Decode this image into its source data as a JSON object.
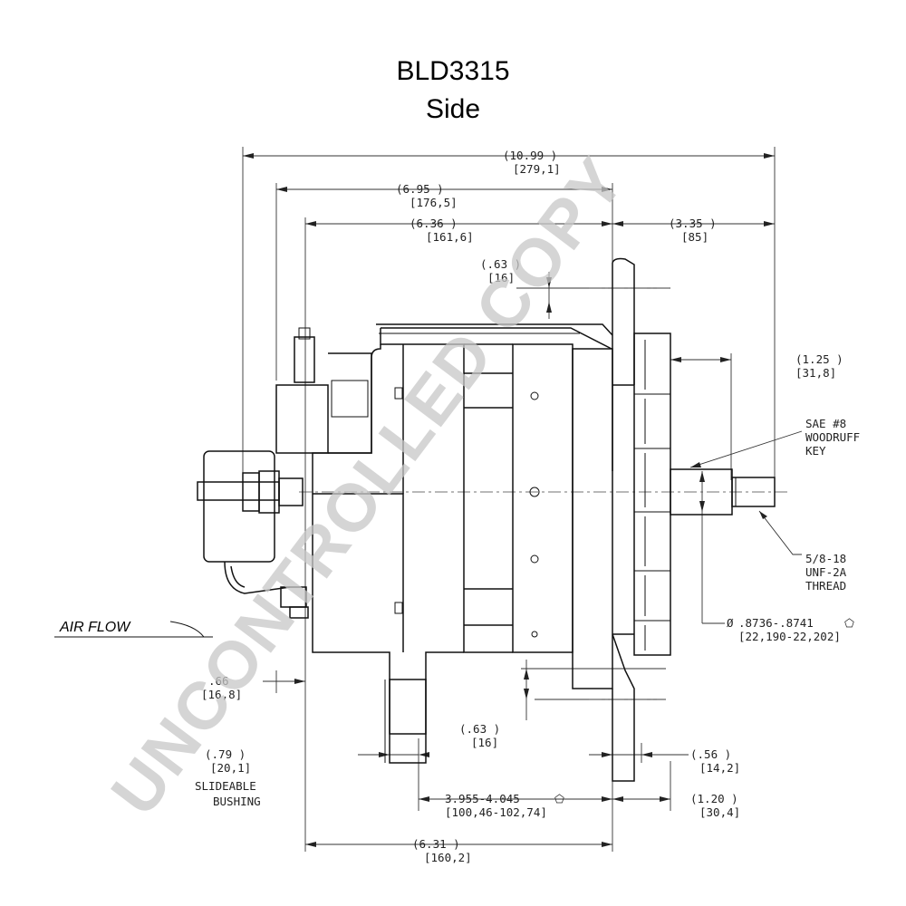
{
  "title": "BLD3315",
  "subtitle": "Side",
  "watermark": "UNCONTROLLED COPY",
  "dimensions": {
    "overall_in": "(10.99   )",
    "overall_mm": "[279,1]",
    "d6_95_in": "(6.95    )",
    "d6_95_mm": "[176,5]",
    "d6_36_in": "(6.36    )",
    "d6_36_mm": "[161,6]",
    "d3_35_in": "(3.35  )",
    "d3_35_mm": "[85]",
    "d063_top_in": "(.63  )",
    "d063_top_mm": "[16]",
    "d1_25_in": "(1.25   )",
    "d1_25_mm": "[31,8]",
    "d066_in": ".66",
    "d066_mm": "[16,8]",
    "d063_bot_in": "(.63  )",
    "d063_bot_mm": "[16]",
    "d079_in": "(.79    )",
    "d079_mm": "[20,1]",
    "d056_in": "(.56    )",
    "d056_mm": "[14,2]",
    "d3955_in": "3.955-4.045",
    "d3955_mm": "[100,46-102,74]",
    "d1_20_in": "(1.20   )",
    "d1_20_mm": "[30,4]",
    "d6_31_in": "(6.31    )",
    "d6_31_mm": "[160,2]",
    "shaft_dia_in": ".8736-.8741",
    "shaft_dia_mm": "[22,190-22,202]"
  },
  "notes": {
    "woodruff_1": "SAE #8",
    "woodruff_2": "WOODRUFF",
    "woodruff_3": "KEY",
    "thread_1": "5/8-18",
    "thread_2": "UNF-2A",
    "thread_3": "THREAD",
    "bushing_1": "SLIDEABLE",
    "bushing_2": "BUSHING",
    "air_flow": "AIR FLOW"
  },
  "symbols": {
    "diameter": "Ø",
    "flag": "⬠"
  },
  "colors": {
    "line": "#111111",
    "watermark": "#c8c8c8"
  }
}
